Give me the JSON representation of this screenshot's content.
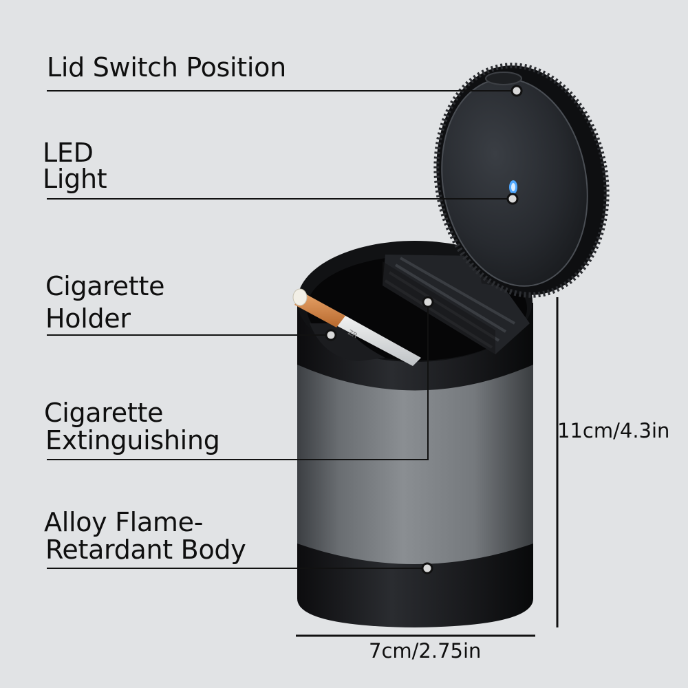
{
  "callouts": {
    "lid_switch": "Lid Switch Position",
    "led_line1": "LED",
    "led_line2": "Light",
    "holder_line1": "Cigarette",
    "holder_line2": "Holder",
    "extinguish_line1": "Cigarette",
    "extinguish_line2": "Extinguishing",
    "body_line1": "Alloy Flame-",
    "body_line2": "Retardant Body"
  },
  "dimensions": {
    "height": "11cm/4.3in",
    "width": "7cm/2.75in"
  },
  "colors": {
    "background": "#e1e3e5",
    "body_metal": "#6e7276",
    "trim": "#141517",
    "lid": "#25282c",
    "led": "#4fa8ff"
  }
}
